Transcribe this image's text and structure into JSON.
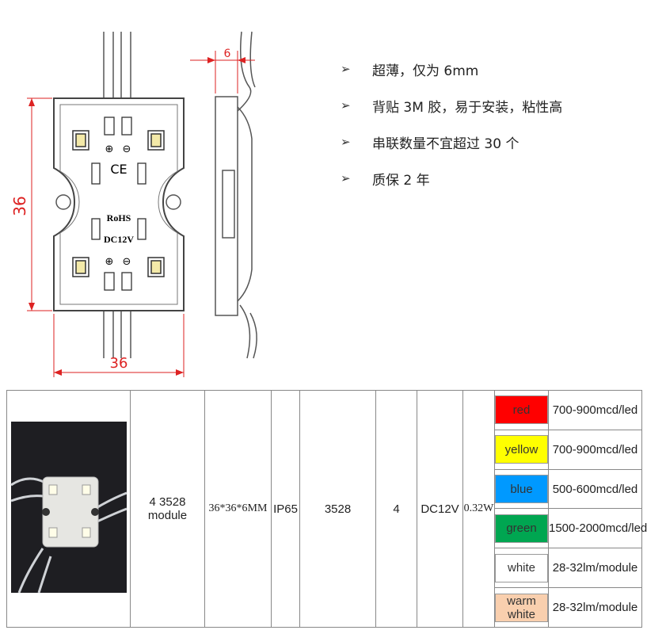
{
  "drawing": {
    "height_dim": "36",
    "width_dim": "36",
    "thickness_dim": "6",
    "board_rohs": "RoHS",
    "board_voltage": "DC12V",
    "board_ce": "CE",
    "plus_symbol": "⊕",
    "minus_symbol": "⊖"
  },
  "features": [
    {
      "arrow": "➢",
      "text": "超薄，仅为 6mm"
    },
    {
      "arrow": "➢",
      "text": "背贴 3M 胶，易于安装，粘性高"
    },
    {
      "arrow": "➢",
      "text": "串联数量不宜超过 30 个"
    },
    {
      "arrow": "➢",
      "text": "质保 2 年"
    }
  ],
  "spec": {
    "name": "4 3528 module",
    "size": "36*36*6MM",
    "ip": "IP65",
    "led_type": "3528",
    "led_count": "4",
    "voltage": "DC12V",
    "power": "0.32W",
    "colors": [
      {
        "name": "red",
        "color": "#ff0000",
        "lum": "700-900mcd/led"
      },
      {
        "name": "yellow",
        "color": "#ffff00",
        "lum": "700-900mcd/led"
      },
      {
        "name": "blue",
        "color": "#0099ff",
        "lum": "500-600mcd/led"
      },
      {
        "name": "green",
        "color": "#00a651",
        "lum": "1500-2000mcd/led"
      },
      {
        "name": "white",
        "color": "#ffffff",
        "lum": "28-32lm/module"
      },
      {
        "name": "warm white",
        "color": "#f9cfae",
        "lum": "28-32lm/module"
      }
    ]
  }
}
